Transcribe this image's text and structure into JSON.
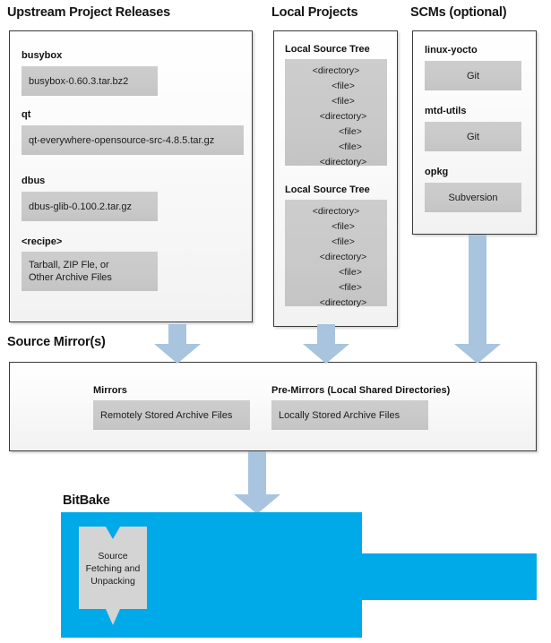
{
  "headings": {
    "upstream": "Upstream Project Releases",
    "local": "Local Projects",
    "scms": "SCMs (optional)",
    "mirror": "Source Mirror(s)",
    "bitbake": "BitBake"
  },
  "colors": {
    "arrow": "#a8c4de",
    "bitbake": "#00a9e8",
    "gray_box": "#c9c9c9",
    "panel_border": "#3a3a3a",
    "text": "#1a1a1a"
  },
  "upstream": {
    "items": [
      {
        "label": "busybox",
        "value": "busybox-0.60.3.tar.bz2"
      },
      {
        "label": "qt",
        "value": "qt-everywhere-opensource-src-4.8.5.tar.gz"
      },
      {
        "label": "dbus",
        "value": "dbus-glib-0.100.2.tar.gz"
      },
      {
        "label": "<recipe>",
        "value": "Tarball, ZIP Fle, or\nOther Archive Files"
      }
    ]
  },
  "local_projects": {
    "trees": [
      {
        "label": "Local Source Tree",
        "nodes": [
          {
            "text": "<directory>",
            "level": 0
          },
          {
            "text": "<file>",
            "level": 1
          },
          {
            "text": "<file>",
            "level": 1
          },
          {
            "text": "<directory>",
            "level": 1
          },
          {
            "text": "<file>",
            "level": 2
          },
          {
            "text": "<file>",
            "level": 2
          },
          {
            "text": "<directory>",
            "level": 1
          }
        ]
      },
      {
        "label": "Local Source Tree",
        "nodes": [
          {
            "text": "<directory>",
            "level": 0
          },
          {
            "text": "<file>",
            "level": 1
          },
          {
            "text": "<file>",
            "level": 1
          },
          {
            "text": "<directory>",
            "level": 1
          },
          {
            "text": "<file>",
            "level": 2
          },
          {
            "text": "<file>",
            "level": 2
          },
          {
            "text": "<directory>",
            "level": 1
          }
        ]
      }
    ]
  },
  "scms": {
    "items": [
      {
        "label": "linux-yocto",
        "value": "Git"
      },
      {
        "label": "mtd-utils",
        "value": "Git"
      },
      {
        "label": "opkg",
        "value": "Subversion"
      }
    ]
  },
  "source_mirrors": {
    "groups": [
      {
        "label": "Mirrors",
        "value": "Remotely Stored Archive Files"
      },
      {
        "label": "Pre-Mirrors (Local Shared Directories)",
        "value": "Locally Stored Archive Files"
      }
    ]
  },
  "bitbake": {
    "process_label": "Source\nFetching and\nUnpacking"
  }
}
